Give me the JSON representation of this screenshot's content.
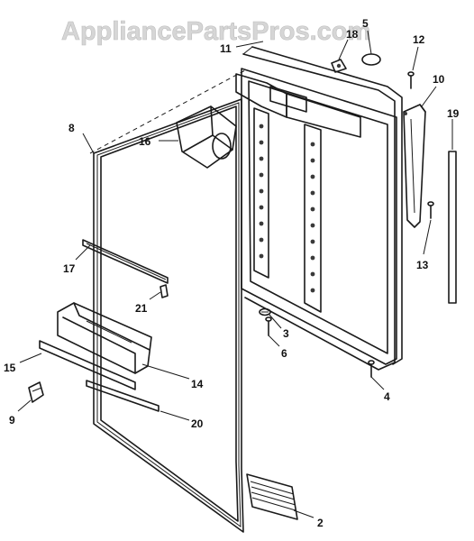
{
  "watermark": "AppliancePartsPros.com",
  "callouts": {
    "c2": "2",
    "c3": "3",
    "c4": "4",
    "c5": "5",
    "c6": "6",
    "c8": "8",
    "c9": "9",
    "c10": "10",
    "c11": "11",
    "c12": "12",
    "c13": "13",
    "c14": "14",
    "c15": "15",
    "c16": "16",
    "c17": "17",
    "c18": "18",
    "c19": "19",
    "c20": "20",
    "c21": "21"
  }
}
